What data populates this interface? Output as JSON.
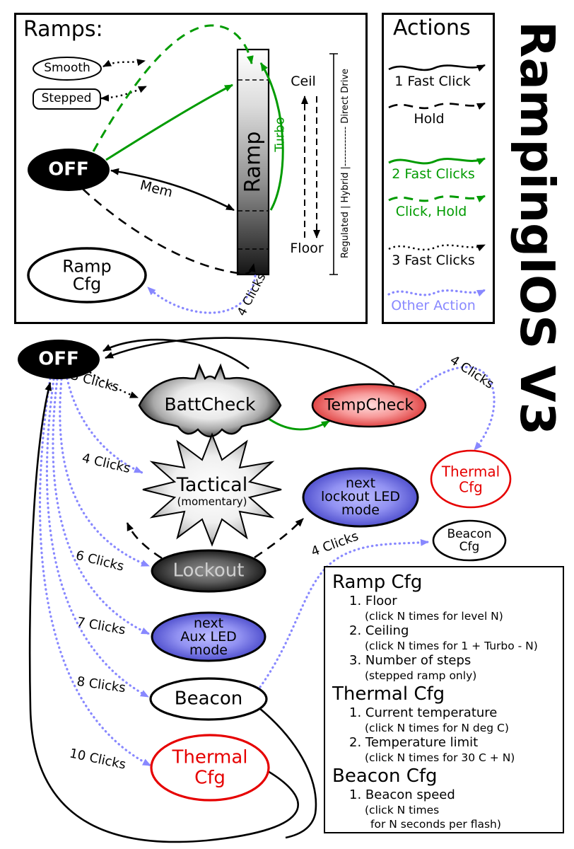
{
  "title": "RampingIOS V3",
  "ramps": {
    "title": "Ramps:",
    "smooth": "Smooth",
    "stepped": "Stepped",
    "off": "OFF",
    "bar": "Ramp",
    "turbo": "Turbo",
    "ceil": "Ceil",
    "floor": "Floor",
    "mem": "Mem",
    "clicks4": "4 Clicks",
    "cfg_line1": "Ramp",
    "cfg_line2": "Cfg",
    "drive_axis": "Regulated | Hybrid |------------ Direct Drive"
  },
  "actions": {
    "title": "Actions",
    "items": [
      "1 Fast Click",
      "Hold",
      "2 Fast Clicks",
      "Click, Hold",
      "3 Fast Clicks",
      "Other Action"
    ]
  },
  "states": {
    "off": "OFF",
    "battcheck": "BattCheck",
    "tempcheck": "TempCheck",
    "thermal_right": [
      "Thermal",
      "Cfg"
    ],
    "tactical": [
      "Tactical",
      "(momentary)"
    ],
    "lockout_led": [
      "next",
      "lockout LED",
      "mode"
    ],
    "beacon_cfg": [
      "Beacon",
      "Cfg"
    ],
    "lockout": "Lockout",
    "aux_led": [
      "next",
      "Aux LED",
      "mode"
    ],
    "beacon": "Beacon",
    "thermal_bottom": [
      "Thermal",
      "Cfg"
    ]
  },
  "edges": {
    "clicks3": "3 Clicks",
    "clicks4_tactical": "4 Clicks",
    "clicks4_thermal": "4 Clicks",
    "clicks4_beacon": "4 Clicks",
    "clicks6": "6 Clicks",
    "clicks7": "7 Clicks",
    "clicks8": "8 Clicks",
    "clicks10": "10 Clicks"
  },
  "cfg_box": {
    "sections": [
      {
        "heading": "Ramp Cfg",
        "items": [
          {
            "text": "1. Floor",
            "sub": [
              "(click N times for level N)"
            ]
          },
          {
            "text": "2. Ceiling",
            "sub": [
              "(click N times for 1 + Turbo - N)"
            ]
          },
          {
            "text": "3. Number of steps",
            "sub": [
              "(stepped ramp only)"
            ]
          }
        ]
      },
      {
        "heading": "Thermal Cfg",
        "items": [
          {
            "text": "1. Current temperature",
            "sub": [
              "(click N times for N deg C)"
            ]
          },
          {
            "text": "2. Temperature limit",
            "sub": [
              "(click N times for 30 C + N)"
            ]
          }
        ]
      },
      {
        "heading": "Beacon Cfg",
        "items": [
          {
            "text": "1. Beacon speed",
            "sub": [
              "(click N times",
              "for N seconds per flash)"
            ]
          }
        ]
      }
    ]
  },
  "colors": {
    "green": "#009b00",
    "blue": "#8888ff",
    "red": "#e60000",
    "black": "#000000"
  }
}
